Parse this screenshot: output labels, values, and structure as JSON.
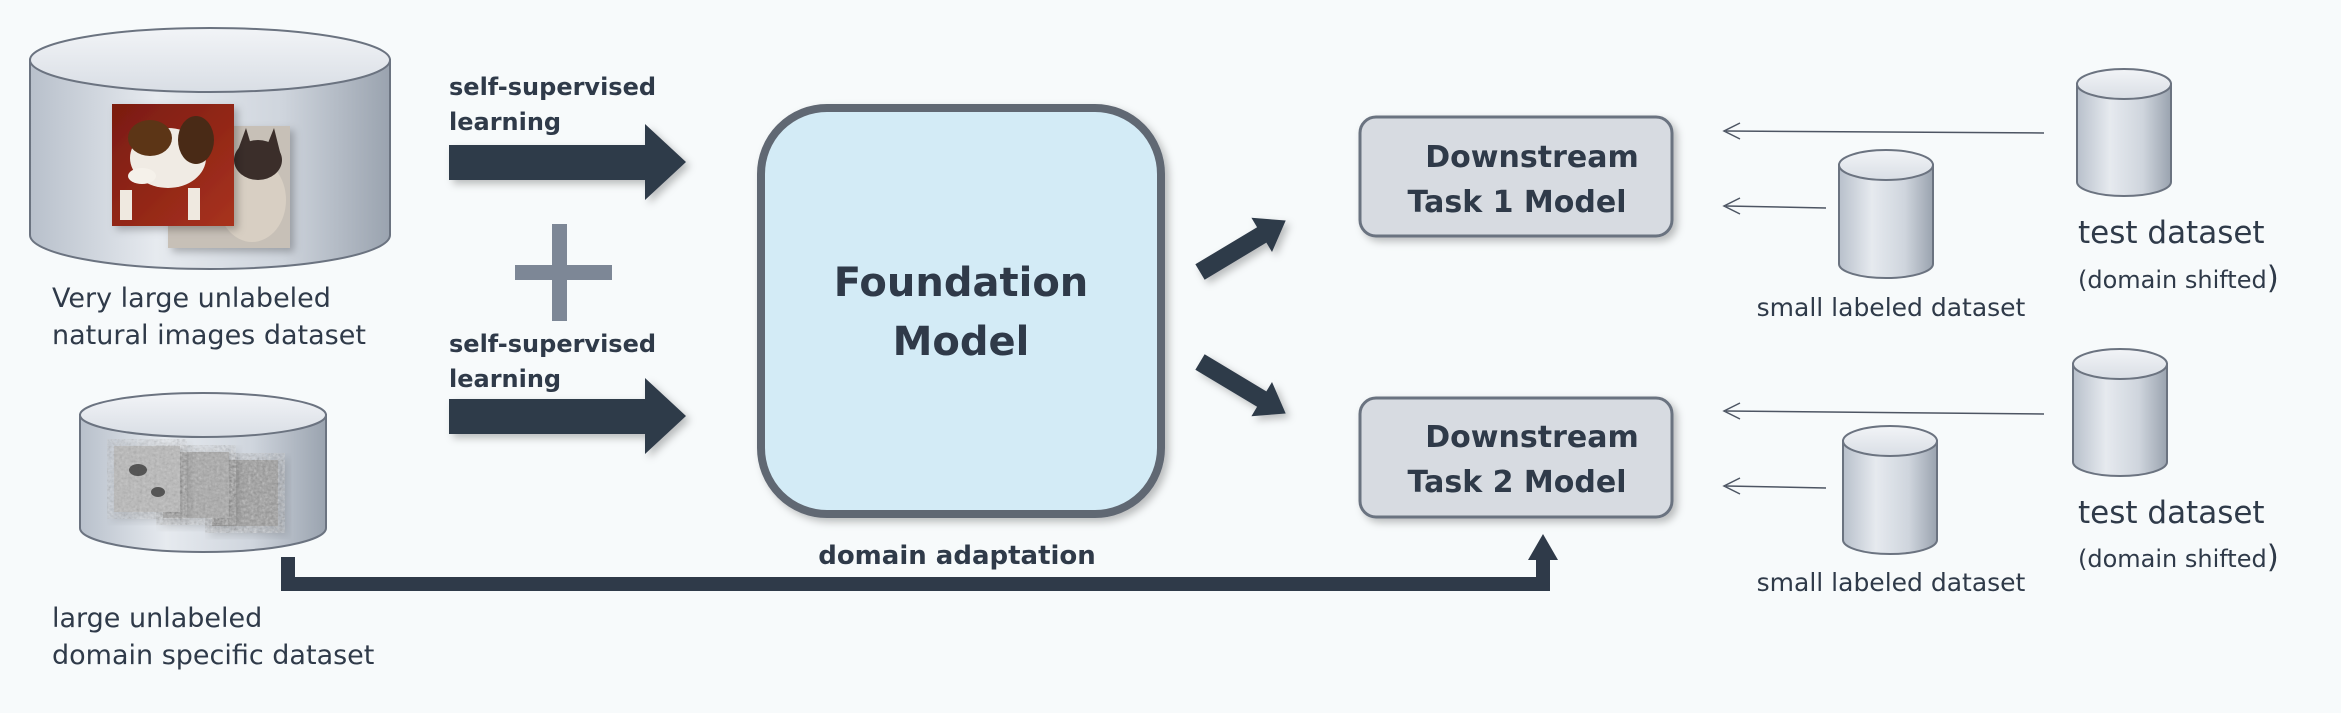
{
  "sources": {
    "natural": {
      "label_line1": "Very large unlabeled",
      "label_line2": "natural images dataset"
    },
    "domain": {
      "label_line1": "large unlabeled",
      "label_line2": "domain specific dataset"
    }
  },
  "arrows": {
    "top_label_line1": "self-supervised",
    "top_label_line2": "learning",
    "bottom_label_line1": "self-supervised",
    "bottom_label_line2": "learning",
    "domain_adaptation": "domain adaptation"
  },
  "foundation": {
    "line1": "Foundation",
    "line2": "Model"
  },
  "tasks": [
    {
      "line1": "Downstream",
      "line2": "Task 1 Model",
      "small_label": "small labeled dataset",
      "test_label": "test dataset",
      "test_note": "(domain shifted",
      "test_paren": ")"
    },
    {
      "line1": "Downstream",
      "line2": "Task 2 Model",
      "small_label": "small labeled dataset",
      "test_label": "test dataset",
      "test_note": "(domain shifted",
      "test_paren": ")"
    }
  ],
  "colors": {
    "arrow": "#2f3a49",
    "foundation_fill": "#d3ebf6",
    "task_fill": "#d7dbe1",
    "cylinder_fill": "#d4dae2",
    "text": "#2f3a49"
  }
}
